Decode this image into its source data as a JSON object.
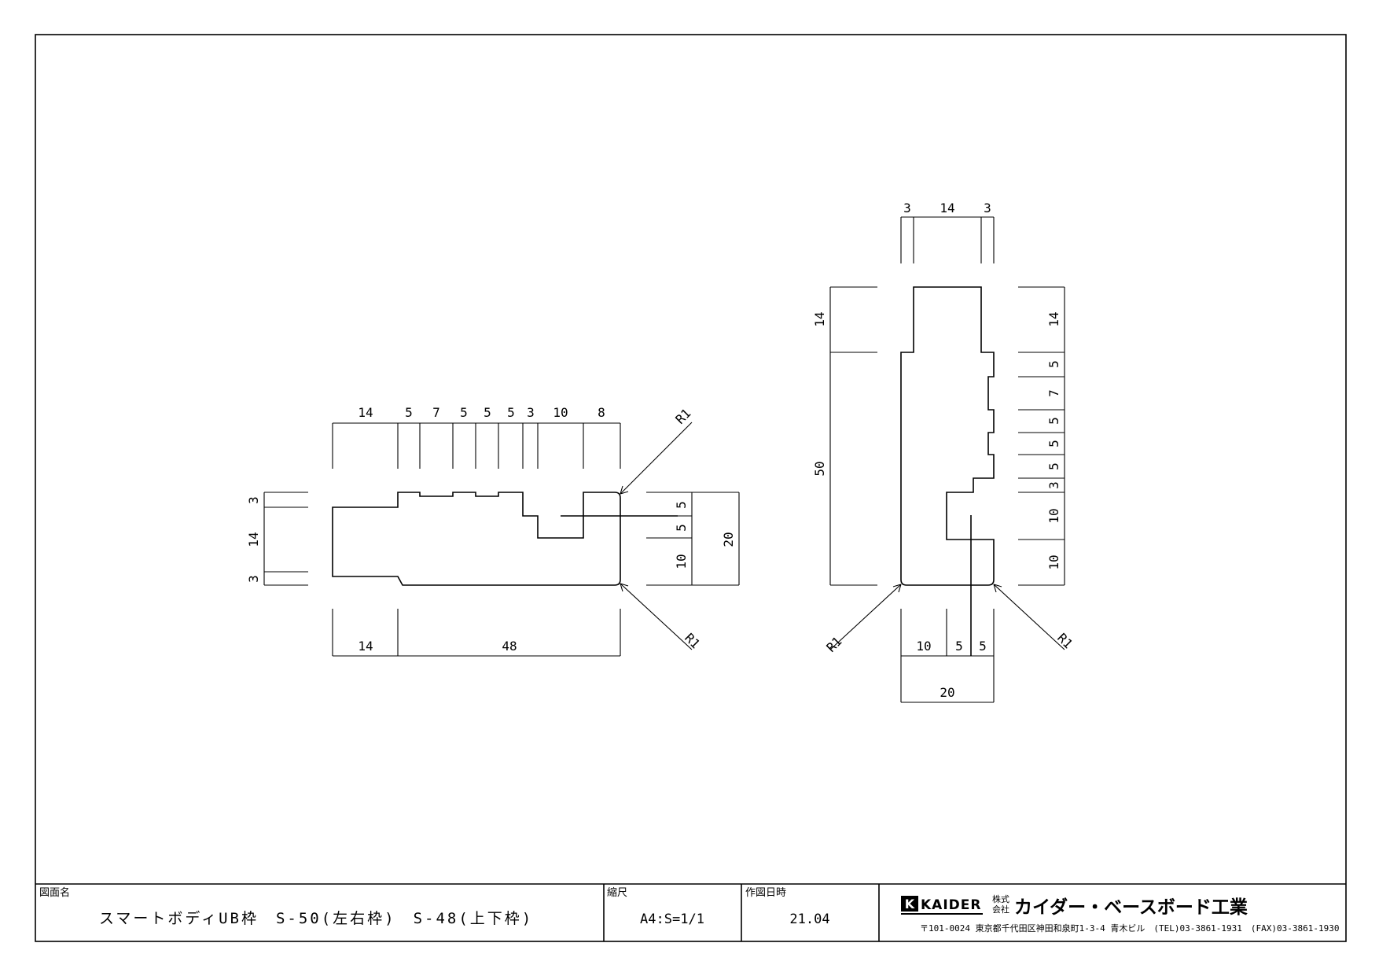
{
  "title_block": {
    "drawing_name_label": "図面名",
    "drawing_name": "スマートボディUB枠　S-50(左右枠)　S-48(上下枠)",
    "scale_label": "縮尺",
    "scale": "A4:S=1/1",
    "date_label": "作図日時",
    "date": "21.04"
  },
  "company": {
    "logo_text": "KAIDER",
    "logo_mark": "K",
    "corp_prefix_1": "株式",
    "corp_prefix_2": "会社",
    "name": "カイダー・ベースボード工業",
    "address": "〒101-0024 東京都千代田区神田和泉町1-3-4 青木ビル　(TEL)03-3861-1931　(FAX)03-3861-1930"
  },
  "left_view": {
    "top_dims": [
      "14",
      "5",
      "7",
      "5",
      "5",
      "5",
      "3",
      "10",
      "8"
    ],
    "left_dims": [
      "3",
      "14",
      "3"
    ],
    "right_dims": [
      "5",
      "5",
      "10"
    ],
    "right_total": "20",
    "bottom_dims": [
      "14",
      "48"
    ],
    "radius_top": "R1",
    "radius_bottom": "R1"
  },
  "right_view": {
    "top_dims": [
      "3",
      "14",
      "3"
    ],
    "left_dims": [
      "14",
      "50"
    ],
    "right_dims": [
      "14",
      "5",
      "7",
      "5",
      "5",
      "5",
      "3",
      "10",
      "10"
    ],
    "bottom_dims": [
      "10",
      "5",
      "5"
    ],
    "bottom_total": "20",
    "radius_left": "R1",
    "radius_right": "R1"
  },
  "colors": {
    "line": "#000000",
    "background": "#ffffff"
  }
}
